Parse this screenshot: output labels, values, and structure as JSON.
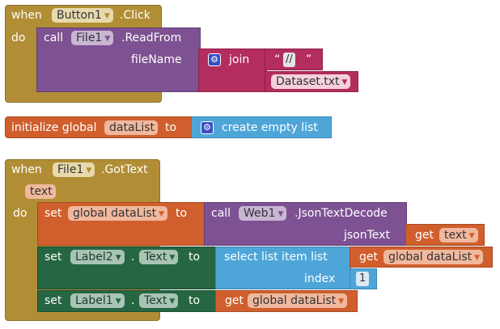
{
  "event_click": {
    "when": "when",
    "component": "Button1",
    "event": ".Click",
    "do": "do"
  },
  "readfrom": {
    "call": "call",
    "component": "File1",
    "method": ".ReadFrom",
    "param": "fileName"
  },
  "join": {
    "label": "join",
    "quote_open": "“",
    "quote_close": "”",
    "text1": "//",
    "text2": "Dataset.txt"
  },
  "init_global": {
    "label": "initialize global",
    "name": "dataList",
    "to": "to",
    "create_list": "create empty list"
  },
  "event_gottext": {
    "when": "when",
    "component": "File1",
    "event": ".GotText",
    "param": "text",
    "do": "do"
  },
  "set_global": {
    "set": "set",
    "var": "global dataList",
    "to": "to",
    "call": "call",
    "component": "Web1",
    "method": ".JsonTextDecode",
    "param": "jsonText",
    "get": "get",
    "get_var": "text"
  },
  "set_label2": {
    "set": "set",
    "component": "Label2",
    "dot": ".",
    "property": "Text",
    "to": "to",
    "select": "select list item  list",
    "get": "get",
    "get_var": "global dataList",
    "index_label": "index",
    "index_value": "1"
  },
  "set_label1": {
    "set": "set",
    "component": "Label1",
    "dot": ".",
    "property": "Text",
    "to": "to",
    "get": "get",
    "get_var": "global dataList"
  },
  "icons": {
    "dropdown": "triangle-down",
    "mutator": "gear"
  }
}
